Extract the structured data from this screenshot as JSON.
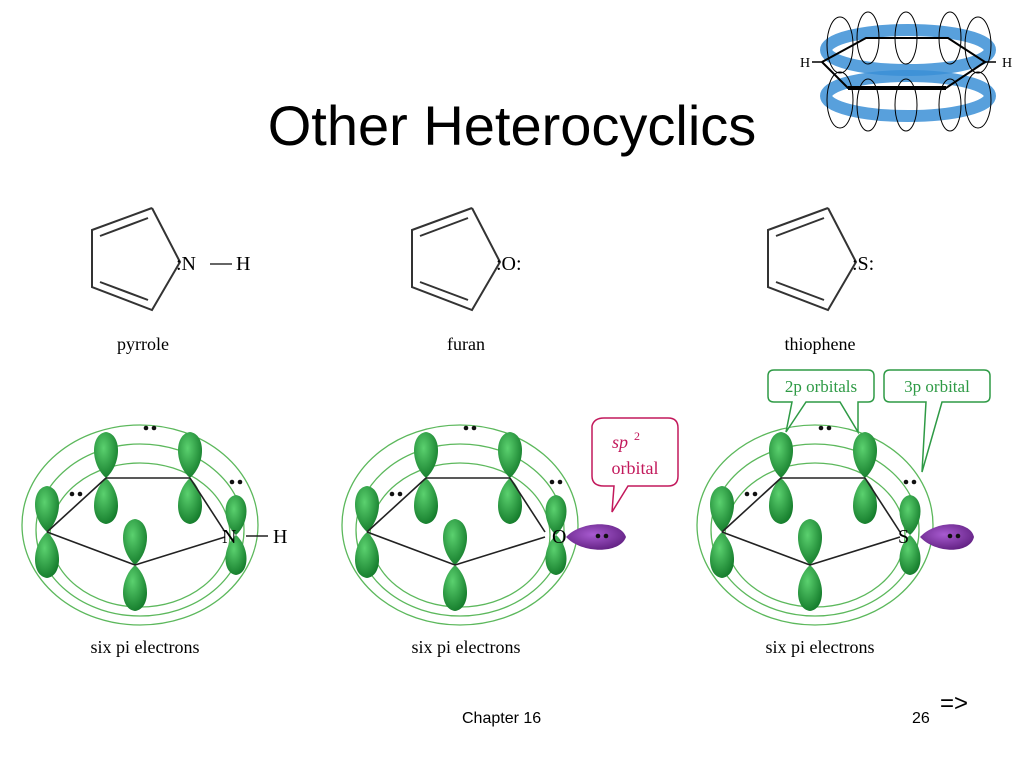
{
  "slide": {
    "title": "Other Heterocyclics",
    "footer_chapter": "Chapter 16",
    "footer_page": "26",
    "footer_arrow": "=>"
  },
  "benzene_icon": {
    "left_h": "H",
    "right_h": "H"
  },
  "molecules": [
    {
      "name": "pyrrole",
      "hetero_label": ":N",
      "substituent": "H",
      "caption": "six pi electrons"
    },
    {
      "name": "furan",
      "hetero_label": ":O:",
      "caption": "six pi electrons"
    },
    {
      "name": "thiophene",
      "hetero_label": ":S:",
      "caption": "six pi electrons"
    }
  ],
  "orbital_diagrams": {
    "pyrrole": {
      "atom": "N",
      "substituent": "H"
    },
    "furan": {
      "atom": "O",
      "callout": {
        "line1": "sp",
        "sup": "2",
        "line2": "orbital"
      }
    },
    "thiophene": {
      "atom": "S",
      "callouts": [
        "2p orbitals",
        "3p orbital"
      ]
    }
  },
  "colors": {
    "lobe_green": "#1f9a3a",
    "ring_line": "#4caf50",
    "purple_lobe": "#7a2a9c",
    "callout_magenta": "#c2185b",
    "benzene_blue": "#3b8fd6"
  }
}
